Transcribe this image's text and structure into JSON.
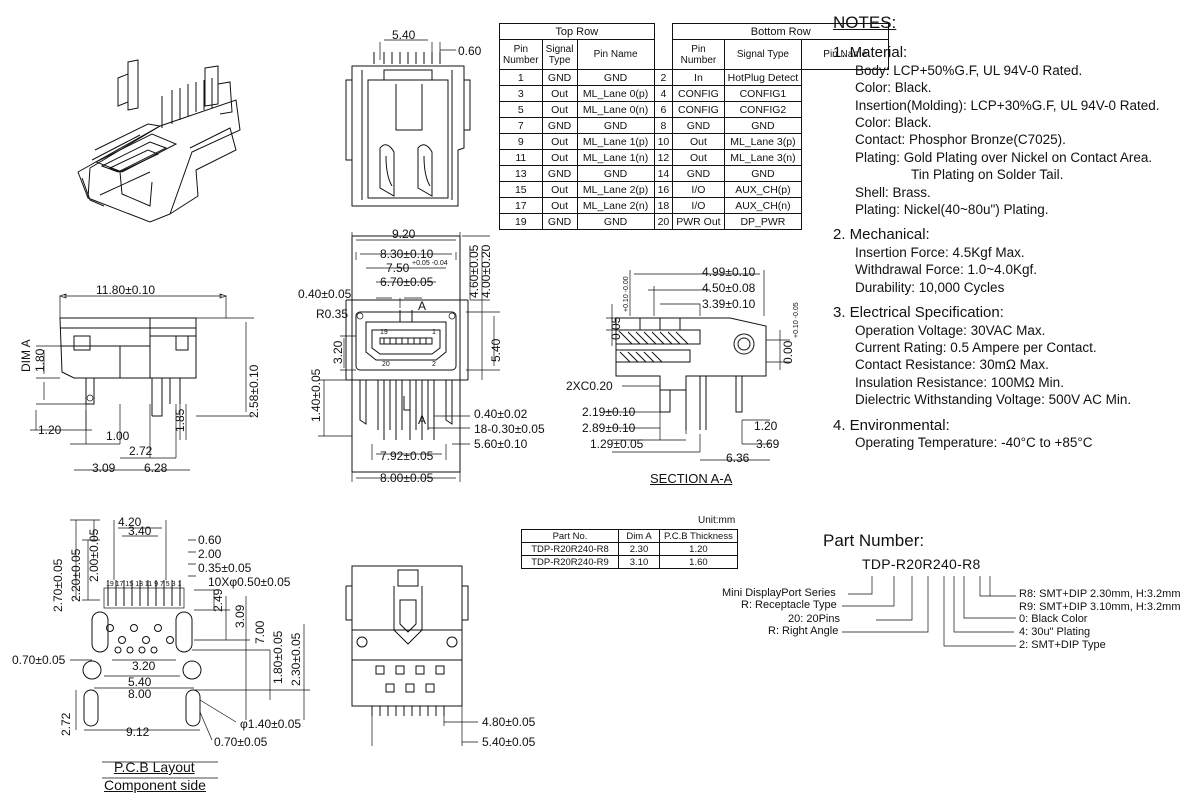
{
  "pin_table": {
    "top_title": "Top Row",
    "bottom_title": "Bottom Row",
    "col_pin": "Pin Number",
    "col_signal": "Signal Type",
    "col_name": "Pin Name",
    "rows": [
      {
        "tp": "1",
        "ts": "GND",
        "tn": "GND",
        "bp": "2",
        "bs": "In",
        "bn": "HotPlug Detect"
      },
      {
        "tp": "3",
        "ts": "Out",
        "tn": "ML_Lane 0(p)",
        "bp": "4",
        "bs": "CONFIG",
        "bn": "CONFIG1"
      },
      {
        "tp": "5",
        "ts": "Out",
        "tn": "ML_Lane 0(n)",
        "bp": "6",
        "bs": "CONFIG",
        "bn": "CONFIG2"
      },
      {
        "tp": "7",
        "ts": "GND",
        "tn": "GND",
        "bp": "8",
        "bs": "GND",
        "bn": "GND"
      },
      {
        "tp": "9",
        "ts": "Out",
        "tn": "ML_Lane 1(p)",
        "bp": "10",
        "bs": "Out",
        "bn": "ML_Lane 3(p)"
      },
      {
        "tp": "11",
        "ts": "Out",
        "tn": "ML_Lane 1(n)",
        "bp": "12",
        "bs": "Out",
        "bn": "ML_Lane 3(n)"
      },
      {
        "tp": "13",
        "ts": "GND",
        "tn": "GND",
        "bp": "14",
        "bs": "GND",
        "bn": "GND"
      },
      {
        "tp": "15",
        "ts": "Out",
        "tn": "ML_Lane 2(p)",
        "bp": "16",
        "bs": "I/O",
        "bn": "AUX_CH(p)"
      },
      {
        "tp": "17",
        "ts": "Out",
        "tn": "ML_Lane 2(n)",
        "bp": "18",
        "bs": "I/O",
        "bn": "AUX_CH(n)"
      },
      {
        "tp": "19",
        "ts": "GND",
        "tn": "GND",
        "bp": "20",
        "bs": "PWR Out",
        "bn": "DP_PWR"
      }
    ]
  },
  "notes": {
    "heading": "NOTES:",
    "s1": "1. Material:",
    "m1": "Body: LCP+50%G.F, UL 94V-0 Rated.",
    "m2": "Color: Black.",
    "m3": "Insertion(Molding): LCP+30%G.F, UL 94V-0 Rated.",
    "m4": "Color: Black.",
    "m5": "Contact: Phosphor Bronze(C7025).",
    "m6": "Plating: Gold Plating over Nickel on Contact Area.",
    "m7": "Tin Plating on Solder Tail.",
    "m8": "Shell: Brass.",
    "m9": "Plating: Nickel(40~80u\") Plating.",
    "s2": "2. Mechanical:",
    "k1": "Insertion Force: 4.5Kgf Max.",
    "k2": "Withdrawal Force: 1.0~4.0Kgf.",
    "k3": "Durability: 10,000 Cycles",
    "s3": "3. Electrical Specification:",
    "e1": "Operation Voltage: 30VAC Max.",
    "e2": "Current Rating: 0.5 Ampere per Contact.",
    "e3": "Contact Resistance: 30mΩ Max.",
    "e4": "Insulation Resistance: 100MΩ  Min.",
    "e5": "Dielectric Withstanding Voltage: 500V AC Min.",
    "s4": "4. Environmental:",
    "v1": "Operating Temperature:  -40°C to +85°C"
  },
  "parts_table": {
    "unit": "Unit:mm",
    "h1": "Part No.",
    "h2": "Dim A",
    "h3": "P.C.B Thickness",
    "r1": {
      "pn": "TDP-R20R240-R8",
      "a": "2.30",
      "t": "1.20"
    },
    "r2": {
      "pn": "TDP-R20R240-R9",
      "a": "3.10",
      "t": "1.60"
    }
  },
  "part_number": {
    "title": "Part Number:",
    "code": "TDP-R20R240-R8",
    "left1": "Mini DisplayPort Series",
    "left2": "R: Receptacle Type",
    "left3": "20: 20Pins",
    "left4": "R: Right Angle",
    "right1": "R8: SMT+DIP 2.30mm, H:3.2mm",
    "right2": "R9: SMT+DIP 3.10mm, H:3.2mm",
    "right3": "0: Black Color",
    "right4": "4: 30u\" Plating",
    "right5": "2: SMT+DIP Type"
  },
  "labels": {
    "section": "SECTION   A-A",
    "pcb1": "P.C.B Layout",
    "pcb2": "Component side"
  },
  "dims": {
    "side_11_80": "11.80±0.10",
    "side_dima": "DIM A",
    "side_1_80": "1.80",
    "side_2_58": "2.58±0.10",
    "side_1_85": "1.85",
    "side_1_20": "1.20",
    "side_1_00": "1.00",
    "side_2_72": "2.72",
    "side_3_09": "3.09",
    "side_6_28": "6.28",
    "top_5_40": "5.40",
    "top_0_60": "0.60",
    "f_9_20": "9.20",
    "f_8_30": "8.30±0.10",
    "f_7_50": "7.50",
    "f_7_50_tol": "+0.05 -0.04",
    "f_6_70": "6.70±0.05",
    "f_0_40": "0.40±0.05",
    "f_r035": "R0.35",
    "f_a": "A",
    "f_4_60": "4.60±0.05",
    "f_4_00": "4.00±0.20",
    "f_5_40": "5.40",
    "f_3_20": "3.20",
    "f_1_40": "1.40±0.05",
    "f_0_40b": "0.40±0.02",
    "f_18": "18-0.30±0.05",
    "f_5_60": "5.60±0.10",
    "f_7_92": "7.92±0.05",
    "f_8_00": "8.00±0.05",
    "f_19": "19",
    "f_20": "20",
    "f_1": "1",
    "f_2": "2",
    "s_4_99": "4.99±0.10",
    "s_4_50": "4.50±0.08",
    "s_3_39": "3.39±0.10",
    "s_0_05": "0.05",
    "s_0_05_tol": "+0.10 -0.00",
    "s_0_00": "0.00",
    "s_0_00_tol": "+0.10 -0.05",
    "s_2xc": "2XC0.20",
    "s_2_19": "2.19±0.10",
    "s_2_89": "2.89±0.10",
    "s_1_29": "1.29±0.05",
    "s_1_20": "1.20",
    "s_3_69": "3.69",
    "s_6_36": "6.36",
    "p_4_20": "4.20",
    "p_3_40": "3.40",
    "p_0_60": "0.60",
    "p_2_00": "2.00",
    "p_0_35": "0.35±0.05",
    "p_10x": "10Xφ0.50±0.05",
    "p_2_70": "2.70±0.05",
    "p_2_20": "2.20±0.05",
    "p_2_00v": "2.00±0.05",
    "p_2_49": "2.49",
    "p_3_09": "3.09",
    "p_7_00": "7.00",
    "p_2_30": "2.30±0.05",
    "p_1_80": "1.80±0.05",
    "p_0_70": "0.70±0.05",
    "p_3_20": "3.20",
    "p_5_40": "5.40",
    "p_8_00": "8.00",
    "p_9_12": "9.12",
    "p_2_72": "2.72",
    "p_1_40": "φ1.40±0.05",
    "p_0_70b": "0.70±0.05",
    "p_pins": "19 17 15 13 11 9 7 5 3 1",
    "b_4_80": "4.80±0.05",
    "b_5_40": "5.40±0.05"
  }
}
